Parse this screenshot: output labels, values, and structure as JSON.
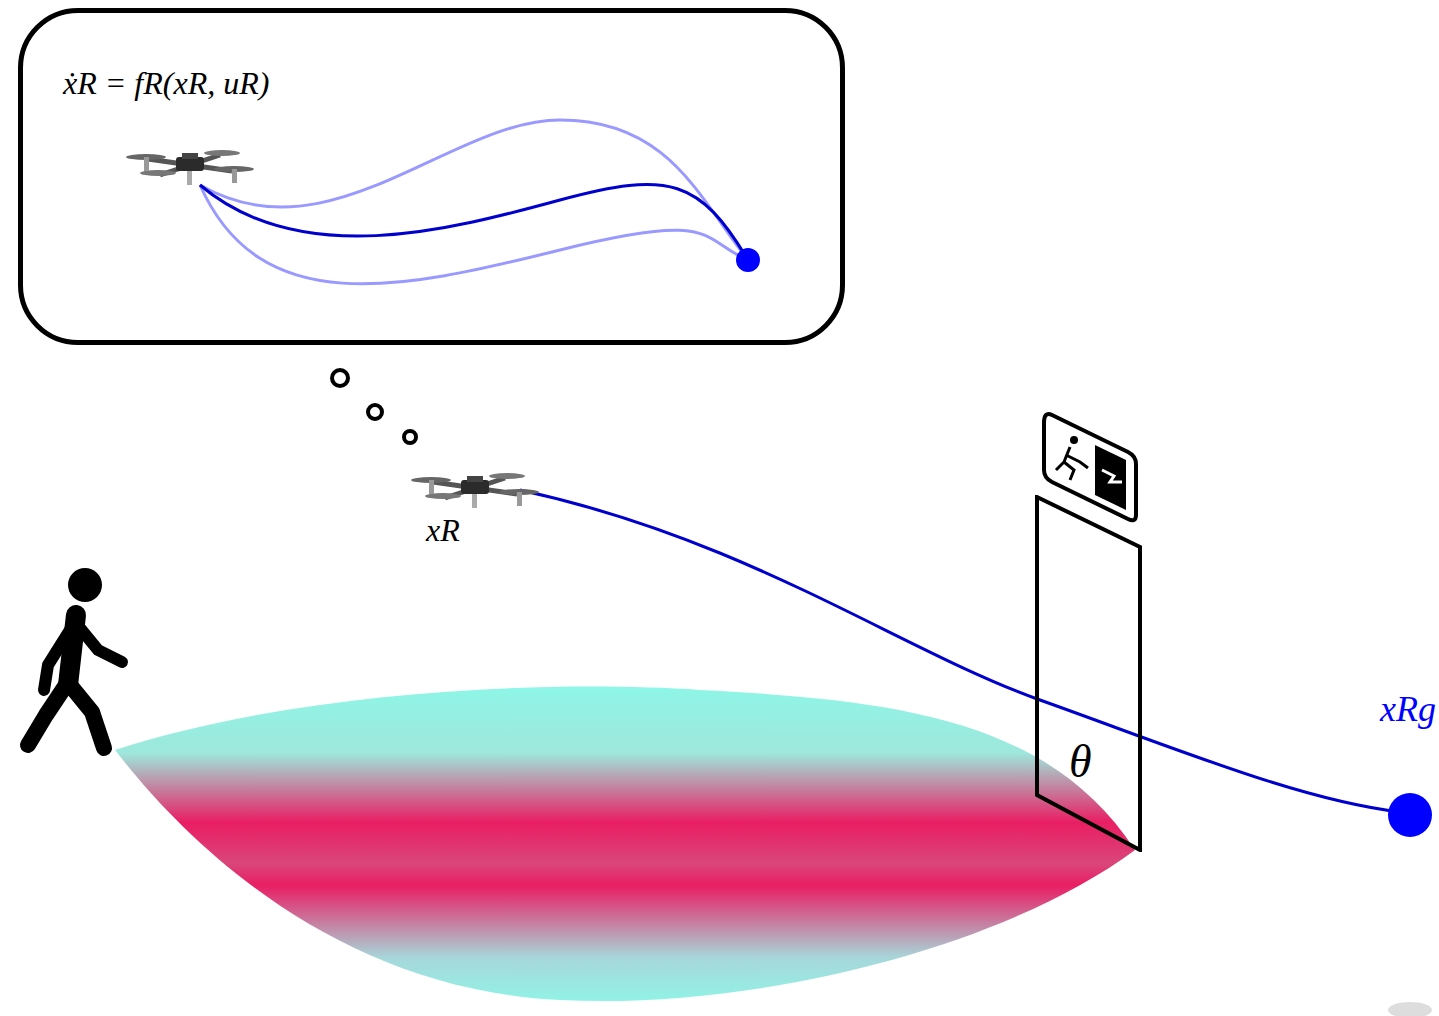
{
  "diagram": {
    "nodes": [
      {
        "text": [
          "ẋR = fR(xR, uR)"
        ]
      },
      {
        "text": [
          "θ"
        ]
      },
      {
        "text": [
          "xRg"
        ]
      }
    ],
    "labels": [
      "xR"
    ]
  }
}
